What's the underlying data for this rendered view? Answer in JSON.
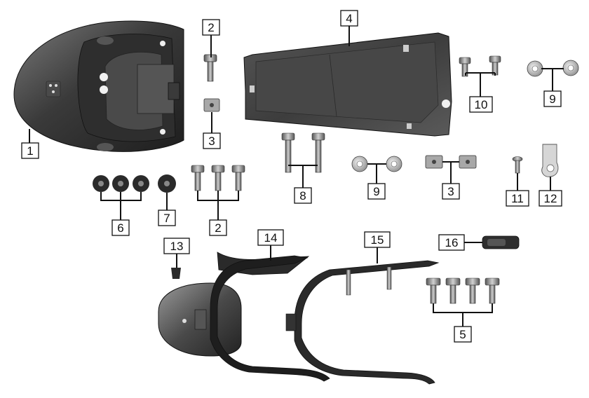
{
  "callouts": [
    {
      "id": "c1",
      "label": "1"
    },
    {
      "id": "c2a",
      "label": "2"
    },
    {
      "id": "c3a",
      "label": "3"
    },
    {
      "id": "c4",
      "label": "4"
    },
    {
      "id": "c10",
      "label": "10"
    },
    {
      "id": "c9a",
      "label": "9"
    },
    {
      "id": "c6",
      "label": "6"
    },
    {
      "id": "c7",
      "label": "7"
    },
    {
      "id": "c2b",
      "label": "2"
    },
    {
      "id": "c8",
      "label": "8"
    },
    {
      "id": "c9b",
      "label": "9"
    },
    {
      "id": "c3b",
      "label": "3"
    },
    {
      "id": "c11",
      "label": "11"
    },
    {
      "id": "c12",
      "label": "12"
    },
    {
      "id": "c13",
      "label": "13"
    },
    {
      "id": "c14",
      "label": "14"
    },
    {
      "id": "c15",
      "label": "15"
    },
    {
      "id": "c16",
      "label": "16"
    },
    {
      "id": "c5",
      "label": "5"
    }
  ],
  "colors": {
    "part_dark": "#2a2a2a",
    "part_mid": "#6b6b6b",
    "part_light": "#bdbdbd",
    "line": "#111111"
  }
}
